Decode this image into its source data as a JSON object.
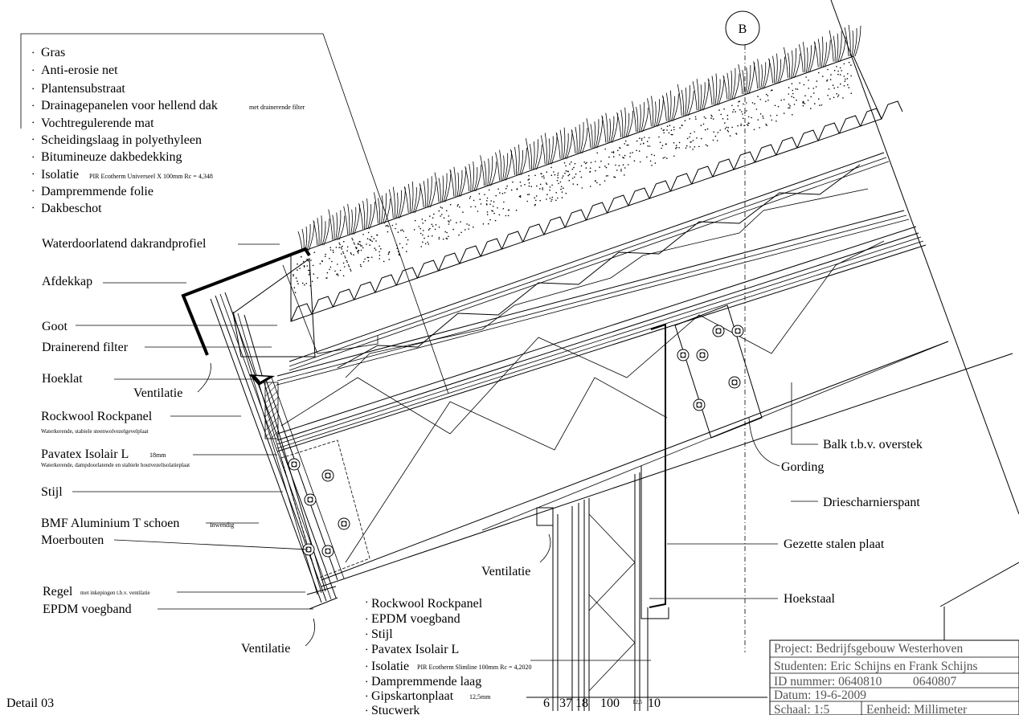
{
  "grid_marker": "B",
  "layers_top": [
    {
      "main": "Gras",
      "note": ""
    },
    {
      "main": "Anti-erosie net",
      "note": ""
    },
    {
      "main": "Plantensubstraat",
      "note": ""
    },
    {
      "main": "Drainagepanelen voor hellend dak",
      "note": "met drainerende filter"
    },
    {
      "main": "Vochtregulerende mat",
      "note": ""
    },
    {
      "main": "Scheidingslaag in polyethyleen",
      "note": ""
    },
    {
      "main": "Bitumineuze dakbedekking",
      "note": ""
    },
    {
      "main": "Isolatie",
      "note": "PIR Ecotherm Universeel X 100mm   Rc = 4,348"
    },
    {
      "main": "Dampremmende folie",
      "note": ""
    },
    {
      "main": "Dakbeschot",
      "note": ""
    }
  ],
  "labels_left": {
    "dakrandprofiel": "Waterdoorlatend dakrandprofiel",
    "afdekkap": "Afdekkap",
    "goot": "Goot",
    "drainerend_filter": "Drainerend filter",
    "hoeklat": "Hoeklat",
    "ventilatie_1": "Ventilatie",
    "rockpanel": "Rockwool Rockpanel",
    "rockpanel_note": "Waterkerende, stabiele steenwolvezelgevelplaat",
    "pavatex": "Pavatex Isolair L",
    "pavatex_size": "18mm",
    "pavatex_note": "Waterkerende, dampdoorlatende en stabiele houtvezelisolatieplaat",
    "stijl": "Stijl",
    "bmf": "BMF Aluminium T schoen",
    "bmf_note": "Inwendig",
    "moerbouten": "Moerbouten",
    "regel": "Regel",
    "regel_note": "met inkepingen t.b.v. ventilatie",
    "epdm": "EPDM voegband",
    "ventilatie_2": "Ventilatie",
    "ventilatie_3": "Ventilatie"
  },
  "labels_right": {
    "balk": "Balk  t.b.v. overstek",
    "gording": "Gording",
    "driescharnierspant": "Driescharnierspant",
    "gezette_plaat": "Gezette stalen plaat",
    "hoekstaal": "Hoekstaal"
  },
  "wall_layers": [
    {
      "main": "Rockwool Rockpanel",
      "note": ""
    },
    {
      "main": "EPDM voegband",
      "note": ""
    },
    {
      "main": "Stijl",
      "note": ""
    },
    {
      "main": "Pavatex Isolair L",
      "note": ""
    },
    {
      "main": "Isolatie",
      "note": "PIR Ecotherm Slimline 100mm  Rc = 4,2020"
    },
    {
      "main": "Dampremmende laag",
      "note": ""
    },
    {
      "main": "Gipskartonplaat",
      "note": "12,5mm"
    },
    {
      "main": "Stucwerk",
      "note": ""
    }
  ],
  "dimensions": [
    "6",
    "37",
    "18",
    "100",
    "12,5",
    "10"
  ],
  "detail_label": "Detail 03",
  "title_block": {
    "project": "Project: Bedrijfsgebouw Westerhoven",
    "students": "Studenten: Eric Schijns en Frank Schijns",
    "id_label": "ID nummer: 0640810",
    "id_second": "0640807",
    "date": "Datum: 19-6-2009",
    "scale": "Schaal:   1:5",
    "unit": "Eenheid: Millimeter"
  }
}
